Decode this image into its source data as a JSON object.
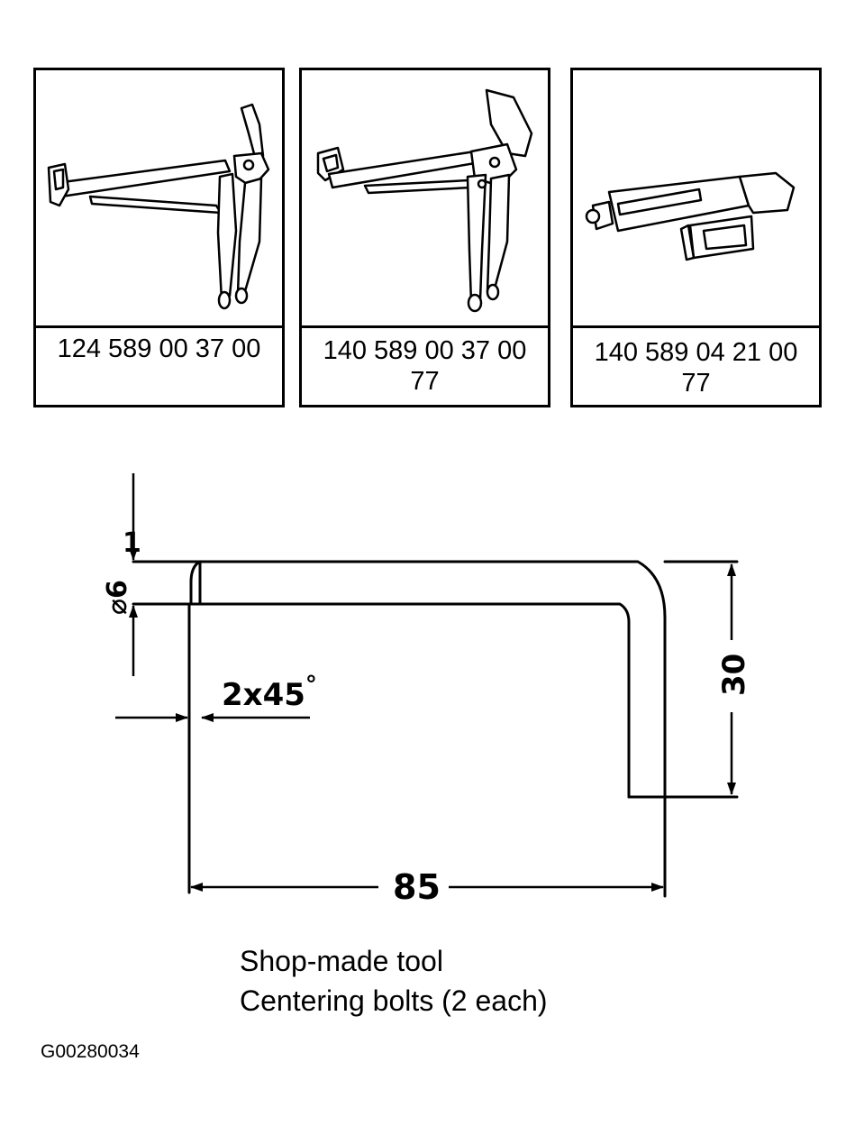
{
  "tools": [
    {
      "id_line1": "124 589 00 37 00",
      "id_line2": "",
      "icon": "clamp-pliers-icon"
    },
    {
      "id_line1": "140 589 00 37 00",
      "id_line2": "77",
      "icon": "locking-pliers-icon"
    },
    {
      "id_line1": "140 589 04 21 00",
      "id_line2": "77",
      "icon": "holder-tool-icon"
    }
  ],
  "drawing": {
    "dim_height": "1",
    "dim_diameter": "⌀6",
    "dim_chamfer": "2x45",
    "dim_chamfer_deg": "°",
    "dim_leg": "30",
    "dim_length": "85"
  },
  "caption": {
    "line1": "Shop-made tool",
    "line2": "Centering bolts (2 each)"
  },
  "figure_id": "G00280034"
}
